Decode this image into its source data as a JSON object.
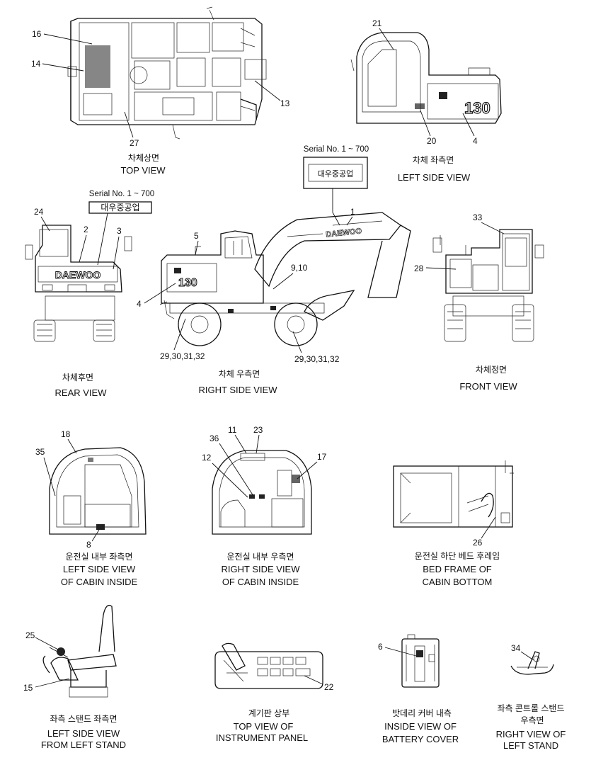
{
  "serial_top": "Serial No. 1 ~ 700",
  "serial_rear": "Serial No. 1 ~ 700",
  "brand": "DAEWOO",
  "korean_brand": "대우중공업",
  "model": "130",
  "views": {
    "top": {
      "ko": "차체상면",
      "en": [
        "TOP VIEW"
      ]
    },
    "left_side": {
      "ko": "차체 좌측면",
      "en": [
        "LEFT SIDE VIEW"
      ]
    },
    "rear": {
      "ko": "차체후면",
      "en": [
        "REAR VIEW"
      ]
    },
    "right_side": {
      "ko": "차체 우측면",
      "en": [
        "RIGHT SIDE VIEW"
      ]
    },
    "front": {
      "ko": "차체정면",
      "en": [
        "FRONT VIEW"
      ]
    },
    "cabin_left": {
      "ko": "운전실 내부 좌측면",
      "en": [
        "LEFT SIDE VIEW",
        "OF CABIN INSIDE"
      ]
    },
    "cabin_right": {
      "ko": "운전실 내부 우측면",
      "en": [
        "RIGHT SIDE VIEW",
        "OF CABIN INSIDE"
      ]
    },
    "bed_frame": {
      "ko": "운전실 하단 베드 후레임",
      "en": [
        "BED FRAME OF",
        "CABIN BOTTOM"
      ]
    },
    "seat": {
      "ko": "좌측 스탠드 좌측면",
      "en": [
        "LEFT SIDE VIEW",
        "FROM LEFT STAND"
      ]
    },
    "panel": {
      "ko": "계기판 상부",
      "en": [
        "TOP VIEW OF",
        "INSTRUMENT PANEL"
      ]
    },
    "battery": {
      "ko": "밧데리 커버 내측",
      "en": [
        "INSIDE VIEW OF",
        "BATTERY COVER"
      ]
    },
    "stand": {
      "ko": [
        "좌측 콘트롤 스탠드",
        "우측면"
      ],
      "en": [
        "RIGHT VIEW OF",
        "LEFT STAND"
      ]
    }
  },
  "callouts": {
    "c1": "1",
    "c2": "2",
    "c3": "3",
    "c4a": "4",
    "c4b": "4",
    "c5": "5",
    "c6": "6",
    "c8": "8",
    "c910": "9,10",
    "c11": "11",
    "c12": "12",
    "c13": "13",
    "c14": "14",
    "c15": "15",
    "c16": "16",
    "c17": "17",
    "c18": "18",
    "c20": "20",
    "c21": "21",
    "c22": "22",
    "c23": "23",
    "c24": "24",
    "c25": "25",
    "c26": "26",
    "c27": "27",
    "c28": "28",
    "c2932a": "29,30,31,32",
    "c2932b": "29,30,31,32",
    "c33": "33",
    "c34": "34",
    "c35": "35",
    "c36": "36"
  }
}
